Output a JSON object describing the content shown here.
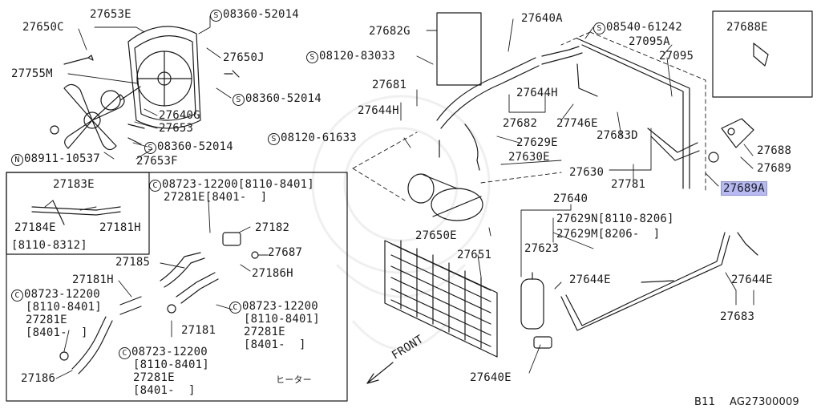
{
  "labels": {
    "l27653E": "27653E",
    "l08360_52014_a": "08360-52014",
    "l27650C": "27650C",
    "l27650J": "27650J",
    "l27755M": "27755M",
    "l08360_52014_b": "08360-52014",
    "l27640G": "27640G",
    "l27653": "27653",
    "l08360_52014_c": "08360-52014",
    "l08911_10537": "08911-10537",
    "l27653F": "27653F",
    "l27682G": "27682G",
    "l27640A": "27640A",
    "l08540_61242": "08540-61242",
    "l27095A": "27095A",
    "l27095": "27095",
    "l27688E": "27688E",
    "l08120_83033": "08120-83033",
    "l27681": "27681",
    "l27644H_a": "27644H",
    "l27644H_b": "27644H",
    "l27682": "27682",
    "l27746E": "27746E",
    "l27683D": "27683D",
    "l08120_61633": "08120-61633",
    "l27629E": "27629E",
    "l27630E": "27630E",
    "l27630": "27630",
    "l27688": "27688",
    "l27689": "27689",
    "l27781": "27781",
    "l27689A": "27689A",
    "l27640": "27640",
    "l27629N": "27629N[8110-8206]",
    "l27629M": "27629M[8206-  ]",
    "l27650E": "27650E",
    "l27623": "27623",
    "l27651": "27651",
    "l27644E_a": "27644E",
    "l27644E_b": "27644E",
    "l27683": "27683",
    "l27640E": "27640E",
    "front": "FRONT",
    "l27183E": "27183E",
    "l27184E": "27184E",
    "l27181H_a": "27181H",
    "r8110_8312": "[8110-8312]",
    "c1_num": "08723-12200[8110-8401]",
    "c1_b": "27281E[8401-  ]",
    "l27182": "27182",
    "l27687": "27687",
    "l27186H": "27186H",
    "l27185": "27185",
    "l27181H_b": "27181H",
    "c2_num": "08723-12200",
    "c2_b": "[8110-8401]",
    "c2_c": "27281E",
    "c2_d": "[8401-  ]",
    "c3_num": "08723-12200",
    "c3_b": "[8110-8401]",
    "c3_c": "27281E",
    "c3_d": "[8401-  ]",
    "c4_num": "08723-12200",
    "c4_b": "[8110-8401]",
    "c4_c": "27281E",
    "c4_d": "[8401-  ]",
    "l27181": "27181",
    "l27186": "27186",
    "heater": "ヒーター",
    "b11": "B11",
    "ag": "AG27300009"
  },
  "symbols": {
    "S": "S",
    "N": "N",
    "C": "C"
  },
  "highlight_color": "#b6b9f2"
}
